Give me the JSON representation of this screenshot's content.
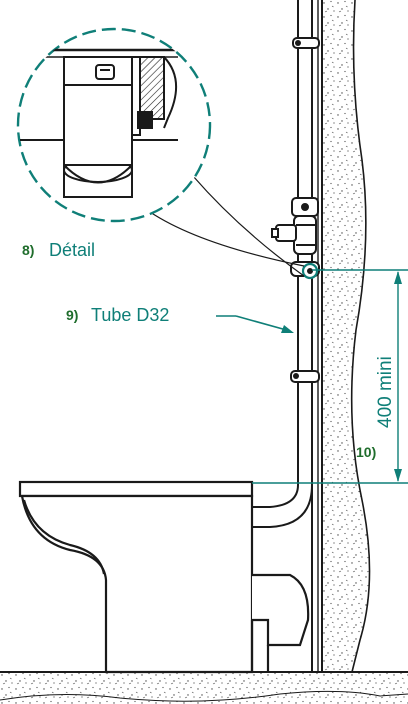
{
  "labels": {
    "detail": {
      "number": "8)",
      "text": "Détail"
    },
    "tube": {
      "number": "9)",
      "text": "Tube D32"
    },
    "height": {
      "number": "10)",
      "text": "400 mini"
    }
  },
  "colors": {
    "line": "#1a1a1a",
    "accent": "#0f7f78",
    "number": "#1f6d2c",
    "hatch": "#8a8a8a"
  }
}
